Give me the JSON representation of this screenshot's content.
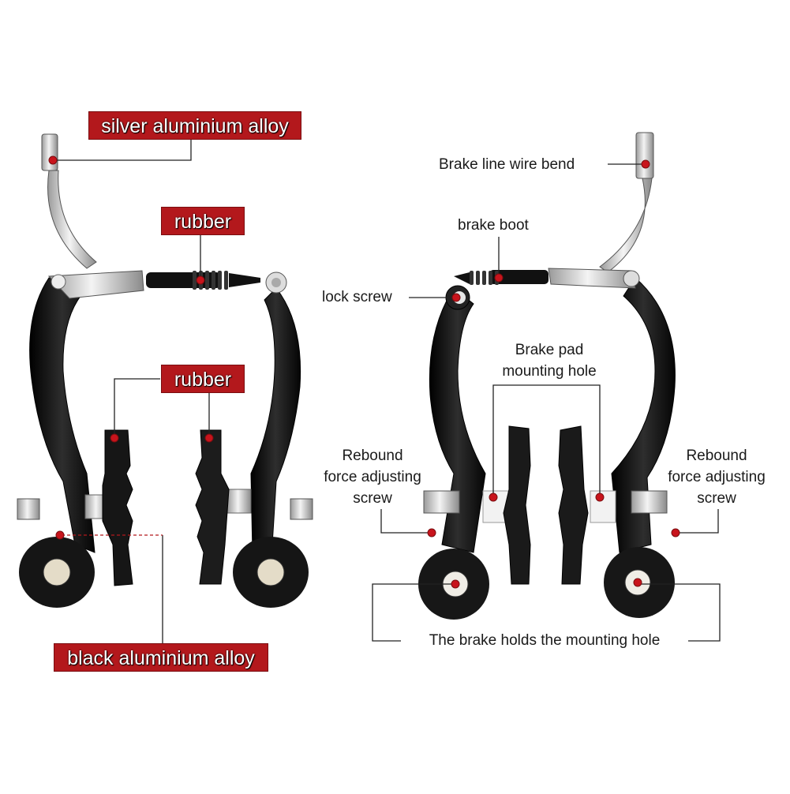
{
  "diagram": {
    "title": "",
    "left_brake": {
      "view": "front",
      "labels": [
        {
          "id": "silver_alloy",
          "text": "silver aluminium alloy",
          "style": "red-box",
          "target": "noodle cable guide tip"
        },
        {
          "id": "rubber_boot",
          "text": "rubber",
          "style": "red-box",
          "target": "cable boot"
        },
        {
          "id": "rubber_pads",
          "text": "rubber",
          "style": "red-box",
          "target": "brake pads (both)"
        },
        {
          "id": "black_alloy",
          "text": "black aluminium alloy",
          "style": "red-box",
          "target": "brake arm"
        }
      ]
    },
    "right_brake": {
      "view": "rear",
      "labels": [
        {
          "id": "wire_bend",
          "text": "Brake line wire bend",
          "style": "plain",
          "target": "noodle tip"
        },
        {
          "id": "brake_boot",
          "text": "brake boot",
          "style": "plain",
          "target": "cable boot"
        },
        {
          "id": "lock_screw",
          "text": "lock screw",
          "style": "plain",
          "target": "cable anchor bolt"
        },
        {
          "id": "pad_hole",
          "lines": [
            "Brake pad",
            "mounting hole"
          ],
          "style": "plain",
          "target": "pad post holes (both)"
        },
        {
          "id": "rebound_left",
          "lines": [
            "Rebound",
            "force adjusting",
            "screw"
          ],
          "style": "plain",
          "target": "left spring screw"
        },
        {
          "id": "rebound_right",
          "lines": [
            "Rebound",
            "force adjusting",
            "screw"
          ],
          "style": "plain",
          "target": "right spring screw"
        },
        {
          "id": "mount_hole",
          "text": "The brake holds the mounting hole",
          "style": "plain",
          "target": "pivot mounting holes (both)"
        }
      ]
    },
    "colors": {
      "label_red": "#b3181c",
      "marker_red": "#c8141c",
      "arm_black": "#151515",
      "silver": "#d9d9d9",
      "leader_line": "#222222"
    }
  }
}
